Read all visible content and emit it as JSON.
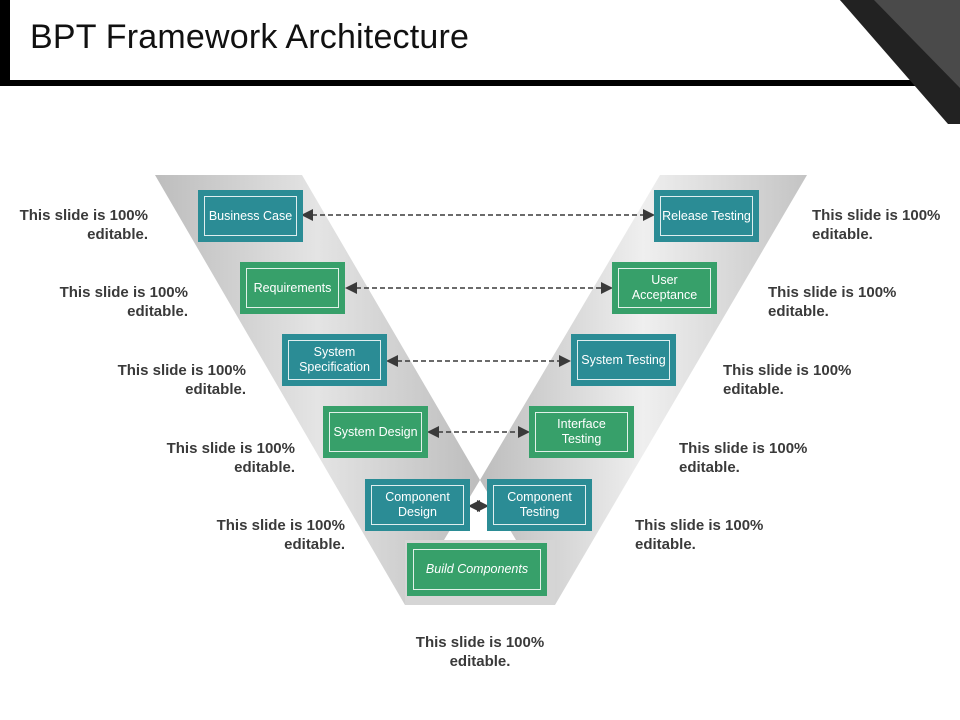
{
  "title": "BPT Framework Architecture",
  "colors": {
    "teal": "#2b8c95",
    "green": "#37a06a",
    "band": "#c9c9c9",
    "corner_dark": "#4a4a4a"
  },
  "left_steps": [
    {
      "label": "Business Case"
    },
    {
      "label": "Requirements"
    },
    {
      "label": "System Specification"
    },
    {
      "label": "System Design"
    },
    {
      "label": "Component Design"
    }
  ],
  "right_steps": [
    {
      "label": "Release Testing"
    },
    {
      "label": "User Acceptance"
    },
    {
      "label": "System Testing"
    },
    {
      "label": "Interface Testing"
    },
    {
      "label": "Component Testing"
    }
  ],
  "bottom_step": {
    "label": "Build Components"
  },
  "left_notes": [
    {
      "line1": "This slide is 100%",
      "line2": "editable."
    },
    {
      "line1": "This slide is 100%",
      "line2": "editable."
    },
    {
      "line1": "This slide is 100%",
      "line2": "editable."
    },
    {
      "line1": "This slide is 100%",
      "line2": "editable."
    },
    {
      "line1": "This slide is 100%",
      "line2": "editable."
    }
  ],
  "right_notes": [
    {
      "line1": "This slide is 100%",
      "line2": "editable."
    },
    {
      "line1": "This slide is 100%",
      "line2": "editable."
    },
    {
      "line1": "This slide is 100%",
      "line2": "editable."
    },
    {
      "line1": "This slide is 100%",
      "line2": "editable."
    },
    {
      "line1": "This slide is 100%",
      "line2": "editable."
    }
  ],
  "bottom_note": {
    "line1": "This slide is 100%",
    "line2": "editable."
  }
}
